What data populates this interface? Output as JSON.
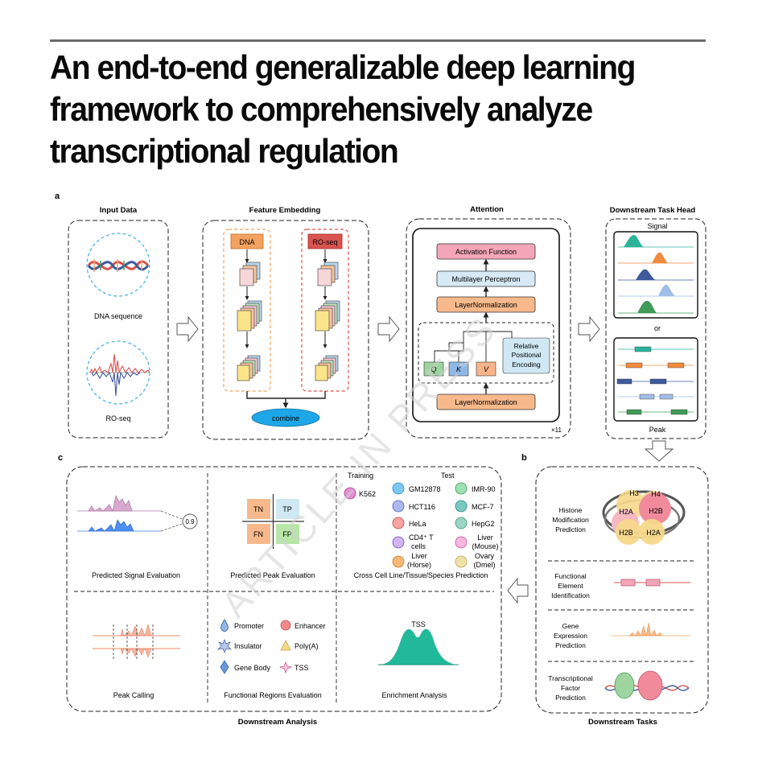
{
  "title": "An end-to-end generalizable deep learning framework to comprehensively analyze transcriptional regulation",
  "panel_labels": {
    "a": "a",
    "b": "b",
    "c": "c"
  },
  "watermark": "ARTICLE IN PRESS",
  "input": {
    "header": "Input Data",
    "dna_label": "DNA sequence",
    "roseq_label": "RO-seq"
  },
  "embedding": {
    "header": "Feature Embedding",
    "dna_chip": "DNA",
    "roseq_chip": "RO-seq",
    "combine": "combine"
  },
  "attention": {
    "header": "Attention",
    "activation": "Activation Function",
    "mlp": "Multilayer Perceptron",
    "layernorm_top": "LayerNormalization",
    "layernorm_bottom": "LayerNormalization",
    "q": "Q",
    "k": "K",
    "v": "V",
    "rpe_1": "Relative",
    "rpe_2": "Positional",
    "rpe_3": "Encoding",
    "repeat": "×11"
  },
  "head": {
    "header": "Downstream Task Head",
    "signal": "Signal",
    "or": "or",
    "peak": "Peak"
  },
  "tasks": {
    "footer": "Downstream Tasks",
    "histone_1": "Histone",
    "histone_2": "Modification",
    "histone_3": "Prediction",
    "nucleosome": [
      "H3",
      "H4",
      "H2A",
      "H2B",
      "H2B",
      "H2A"
    ],
    "functional_1": "Functional",
    "functional_2": "Element",
    "functional_3": "Identification",
    "gene_1": "Gene",
    "gene_2": "Expression",
    "gene_3": "Prediction",
    "tf_1": "Transcriptional",
    "tf_2": "Factor",
    "tf_3": "Prediction"
  },
  "analysis": {
    "footer": "Downstream Analysis",
    "signal_eval": "Predicted Signal Evaluation",
    "r_value": "0.9",
    "peak_eval": "Predicted Peak Evaluation",
    "tn": "TN",
    "tp": "TP",
    "fn": "FN",
    "fp": "FP",
    "cross_label": "Cross Cell Line/Tissue/Species Prediction",
    "training": "Training",
    "test": "Test",
    "k562": "K562",
    "cells": [
      "GM12878",
      "IMR-90",
      "HCT116",
      "MCF-7",
      "HeLa",
      "HepG2"
    ],
    "cd4_1": "CD4⁺ T",
    "cd4_2": "cells",
    "liver_mouse_1": "Liver",
    "liver_mouse_2": "(Mouse)",
    "liver_horse_1": "Liver",
    "liver_horse_2": "(Horse)",
    "ovary_1": "Ovary",
    "ovary_2": "(Dmel)",
    "peak_calling": "Peak Calling",
    "regions_label": "Functional Regions Evaluation",
    "promoter": "Promoter",
    "enhancer": "Enhancer",
    "insulator": "Insulator",
    "polya": "Poly(A)",
    "genebody": "Gene Body",
    "tss": "TSS",
    "enrichment": "Enrichment Analysis",
    "tss_peak": "TSS"
  },
  "colors": {
    "dna_orange": "#f4a261",
    "roseq_red": "#d9534f",
    "dashed_blue": "#4fb3e8",
    "combine_blue": "#1ea7e8",
    "activation_pink": "#f4a6b8",
    "mlp_blue": "#d6e9f5",
    "layernorm_orange": "#f7b98b",
    "q_green": "#9fd4a0",
    "k_blue": "#8fb8e6",
    "v_orange": "#f9b48a",
    "rpe_blue": "#cfe8f3",
    "signal_teal": "#2bb39a",
    "signal_orange": "#f08a3e",
    "signal_navy": "#3d5a9c",
    "signal_lightblue": "#9fbde6",
    "signal_green": "#3f9b57",
    "enrichment_teal": "#22b99a"
  }
}
